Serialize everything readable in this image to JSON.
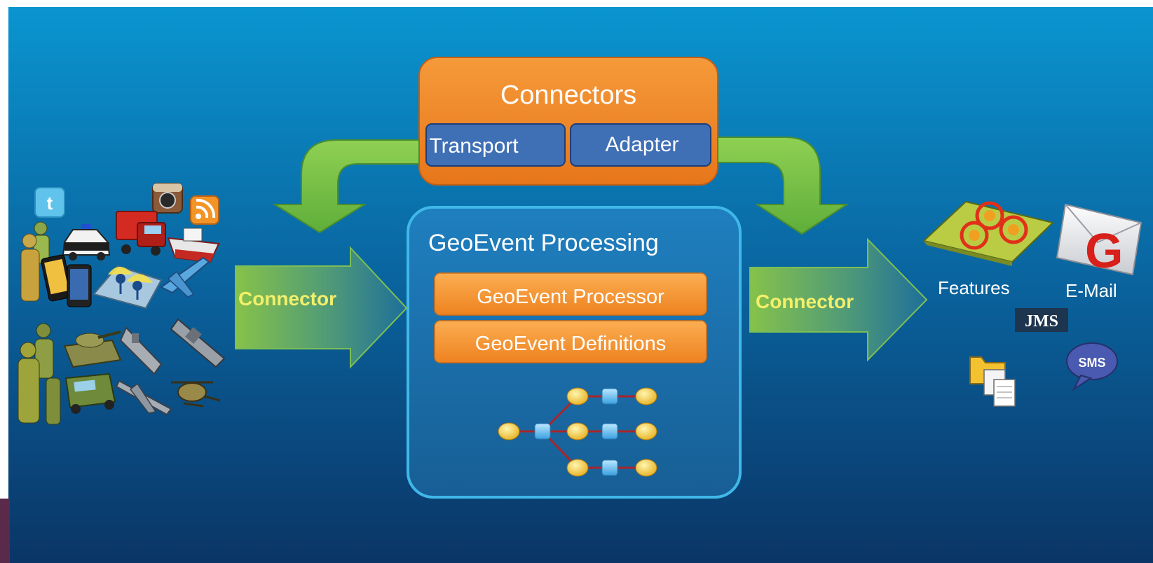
{
  "connectors_box": {
    "title": "Connectors",
    "transport_label": "Transport",
    "adapter_label": "Adapter"
  },
  "processing_box": {
    "title": "GeoEvent Processing",
    "processor_label": "GeoEvent Processor",
    "definitions_label": "GeoEvent Definitions"
  },
  "left_arrow": {
    "label": "Connector"
  },
  "right_arrow": {
    "label": "Connector"
  },
  "outputs": {
    "features_label": "Features",
    "email_label": "E-Mail",
    "jms_label": "JMS",
    "sms_label": "SMS"
  },
  "colors": {
    "background_top": "#0a93cf",
    "background_bottom": "#0a3a6a",
    "orange": "#f08a2a",
    "inner_blue": "#3f72b8",
    "green_arrow": "#7cc04a",
    "connector_text": "#f3ef6a",
    "outline_cyan": "#3fb8e8"
  },
  "icons": {
    "inputs": [
      "twitter-icon",
      "instagram-icon",
      "rss-icon",
      "person-icon",
      "police-car-icon",
      "truck-icon",
      "ship-icon",
      "smartphone-icon",
      "map-sensor-icon",
      "airplane-icon",
      "soldier-icon",
      "tank-icon",
      "aircraft-carrier-icon",
      "warship-icon",
      "military-jeep-icon",
      "fighter-jet-icon",
      "helicopter-icon"
    ],
    "outputs": [
      "heatmap-features-icon",
      "email-envelope-icon",
      "folder-documents-icon",
      "sms-bubble-icon"
    ]
  }
}
